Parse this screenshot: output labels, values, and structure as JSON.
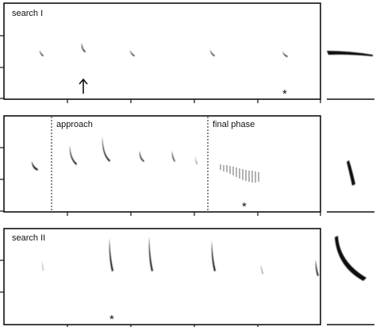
{
  "panels": [
    {
      "label": "search I",
      "sections": []
    },
    {
      "label": "",
      "sections": [
        "approach",
        "final phase"
      ]
    },
    {
      "label": "search II",
      "sections": []
    }
  ],
  "markers": {
    "asterisk": "*"
  },
  "icons": {
    "arrow": "up-arrow-icon"
  },
  "colors": {
    "frame": "#111111",
    "ink": "#111111",
    "background": "#ffffff"
  }
}
